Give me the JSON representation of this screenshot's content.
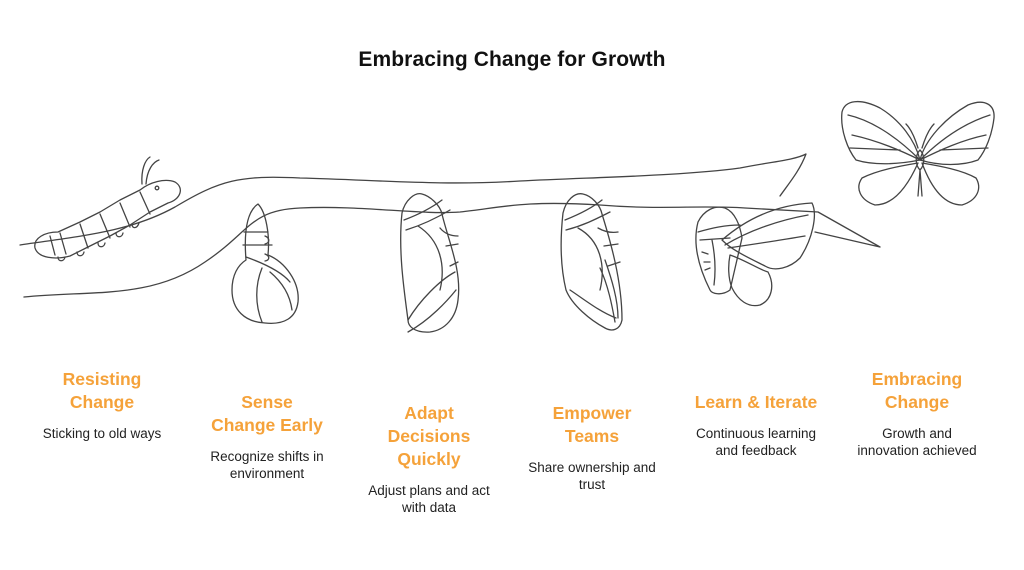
{
  "title": "Embracing Change for Growth",
  "colors": {
    "accent": "#F5A23A",
    "title": "#111111",
    "body_text": "#222222",
    "line_art": "#444444",
    "background": "#FFFFFF"
  },
  "stages": [
    {
      "heading": [
        "Resisting",
        "Change"
      ],
      "description": [
        "Sticking to old ways"
      ],
      "icon": "caterpillar-icon"
    },
    {
      "heading": [
        "Sense",
        "Change Early"
      ],
      "description": [
        "Recognize shifts in",
        "environment"
      ],
      "icon": "chrysalis-forming-icon"
    },
    {
      "heading": [
        "Adapt",
        "Decisions",
        "Quickly"
      ],
      "description": [
        "Adjust plans and act",
        "with data"
      ],
      "icon": "chrysalis-icon"
    },
    {
      "heading": [
        "Empower",
        "Teams"
      ],
      "description": [
        "Share ownership and",
        "trust"
      ],
      "icon": "chrysalis-maturing-icon"
    },
    {
      "heading": [
        "Learn & Iterate"
      ],
      "description": [
        "Continuous learning",
        "and feedback"
      ],
      "icon": "emerging-butterfly-icon"
    },
    {
      "heading": [
        "Embracing",
        "Change"
      ],
      "description": [
        "Growth and",
        "innovation achieved"
      ],
      "icon": "butterfly-icon"
    }
  ]
}
